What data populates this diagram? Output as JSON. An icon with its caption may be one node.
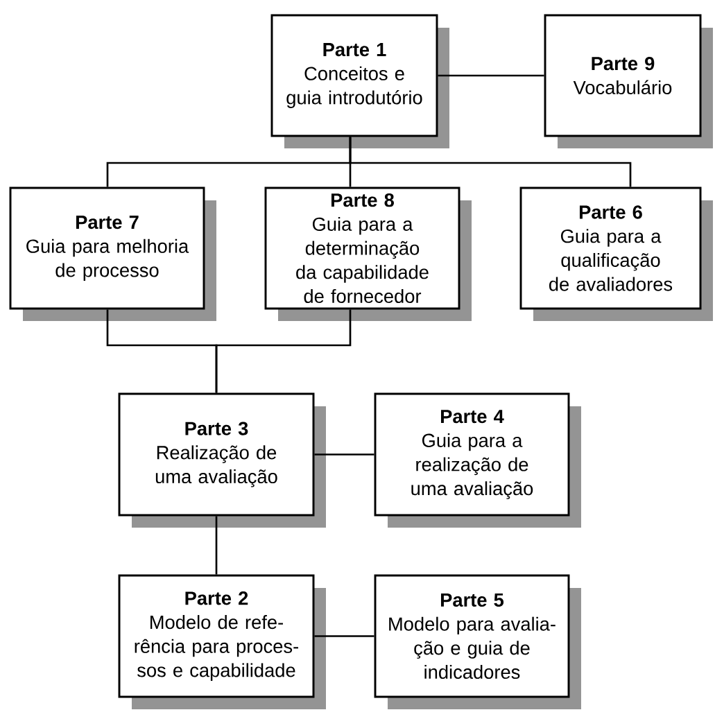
{
  "diagram": {
    "nodes": [
      {
        "text": [
          "Parte 1",
          "Conceitos e guia introdutório"
        ]
      },
      {
        "text": [
          "Parte 9",
          "Vocabulário"
        ]
      },
      {
        "text": [
          "Parte 7",
          "Guia para melhoria de processo"
        ]
      },
      {
        "text": [
          "Parte 8",
          "Guia para a determinação da capabilidade de fornecedor"
        ]
      },
      {
        "text": [
          "Parte 6",
          "Guia para a qualificação de avaliadores"
        ]
      },
      {
        "text": [
          "Parte 3",
          "Realização de uma avaliação"
        ]
      },
      {
        "text": [
          "Parte 4",
          "Guia para a realização de uma avaliação"
        ]
      },
      {
        "text": [
          "Parte 2",
          "Modelo de refe- rência para proces- sos e capabilidade"
        ]
      },
      {
        "text": [
          "Parte 5",
          "Modelo para avalia- ção e guia de indicadores"
        ]
      }
    ],
    "edges": [
      {
        "from": 0,
        "to": 1,
        "arrow": "none"
      },
      {
        "from": 0,
        "to": 2,
        "arrow": "none"
      },
      {
        "from": 0,
        "to": 3,
        "arrow": "none"
      },
      {
        "from": 0,
        "to": 4,
        "arrow": "none"
      },
      {
        "from": 2,
        "to": 5,
        "arrow": "none"
      },
      {
        "from": 3,
        "to": 5,
        "arrow": "none"
      },
      {
        "from": 5,
        "to": 6,
        "arrow": "none"
      },
      {
        "from": 5,
        "to": 7,
        "arrow": "none"
      },
      {
        "from": 7,
        "to": 8,
        "arrow": "none"
      }
    ]
  }
}
